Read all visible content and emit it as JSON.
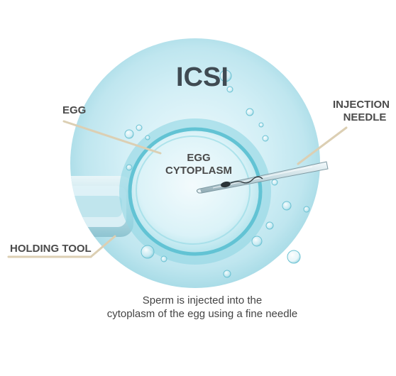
{
  "title": "ICSI",
  "labels": {
    "egg": "EGG",
    "cytoplasm_line1": "EGG",
    "cytoplasm_line2": "CYTOPLASM",
    "needle_line1": "INJECTION",
    "needle_line2": "NEEDLE",
    "holding_tool": "HOLDING TOOL"
  },
  "caption": {
    "line1": "Sperm is injected into the",
    "line2": "cytoplasm of the egg using a fine needle"
  },
  "colors": {
    "background": "#ffffff",
    "sphere_light": "#e6f6fa",
    "sphere_mid": "#bfe6ef",
    "sphere_edge": "#a6dbe6",
    "egg_membrane": "#62c3d4",
    "leader_line": "#dccfb3",
    "label_text": "#4a4a4a",
    "title_text": "#3f4a52"
  },
  "icons": {
    "needle": "injection-needle-icon",
    "holding_tool": "holding-pipette-icon",
    "sperm": "sperm-icon",
    "bubbles": "bubble-icon"
  }
}
